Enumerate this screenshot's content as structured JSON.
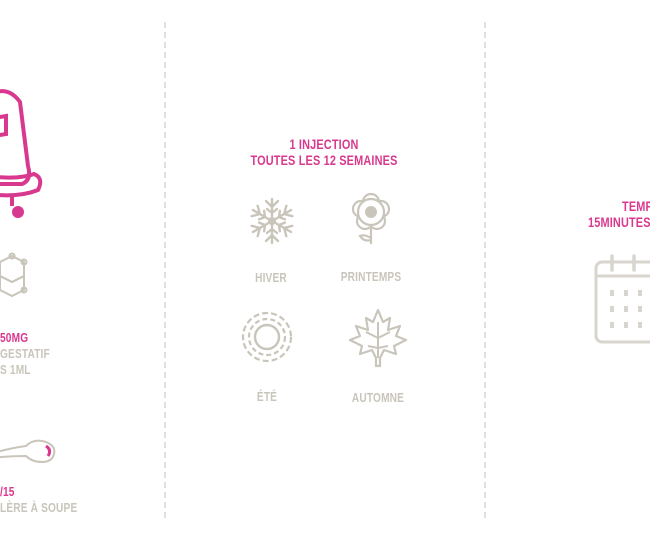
{
  "colors": {
    "accent": "#d9388f",
    "muted": "#c9c5bb",
    "divider": "#e2e0dc"
  },
  "left_panel": {
    "dose_value": "50MG",
    "dose_line2": "GESTATIF",
    "dose_line3": "S 1ML",
    "spoon_value": "/15",
    "spoon_label": "LÈRE À SOUPE",
    "icons": [
      "syringe-icon",
      "molecule-icon",
      "spoon-icon"
    ]
  },
  "middle_panel": {
    "title_line1": "1 INJECTION",
    "title_line2": "TOUTES LES 12 SEMAINES",
    "seasons": [
      {
        "label": "HIVER",
        "icon": "snowflake-icon"
      },
      {
        "label": "PRINTEMPS",
        "icon": "flower-icon"
      },
      {
        "label": "ÉTÉ",
        "icon": "sun-icon"
      },
      {
        "label": "AUTOMNE",
        "icon": "maple-leaf-icon"
      }
    ]
  },
  "right_panel": {
    "title_line1": "TEMP",
    "title_line2": "15MINUTES",
    "icon": "calendar-icon"
  }
}
